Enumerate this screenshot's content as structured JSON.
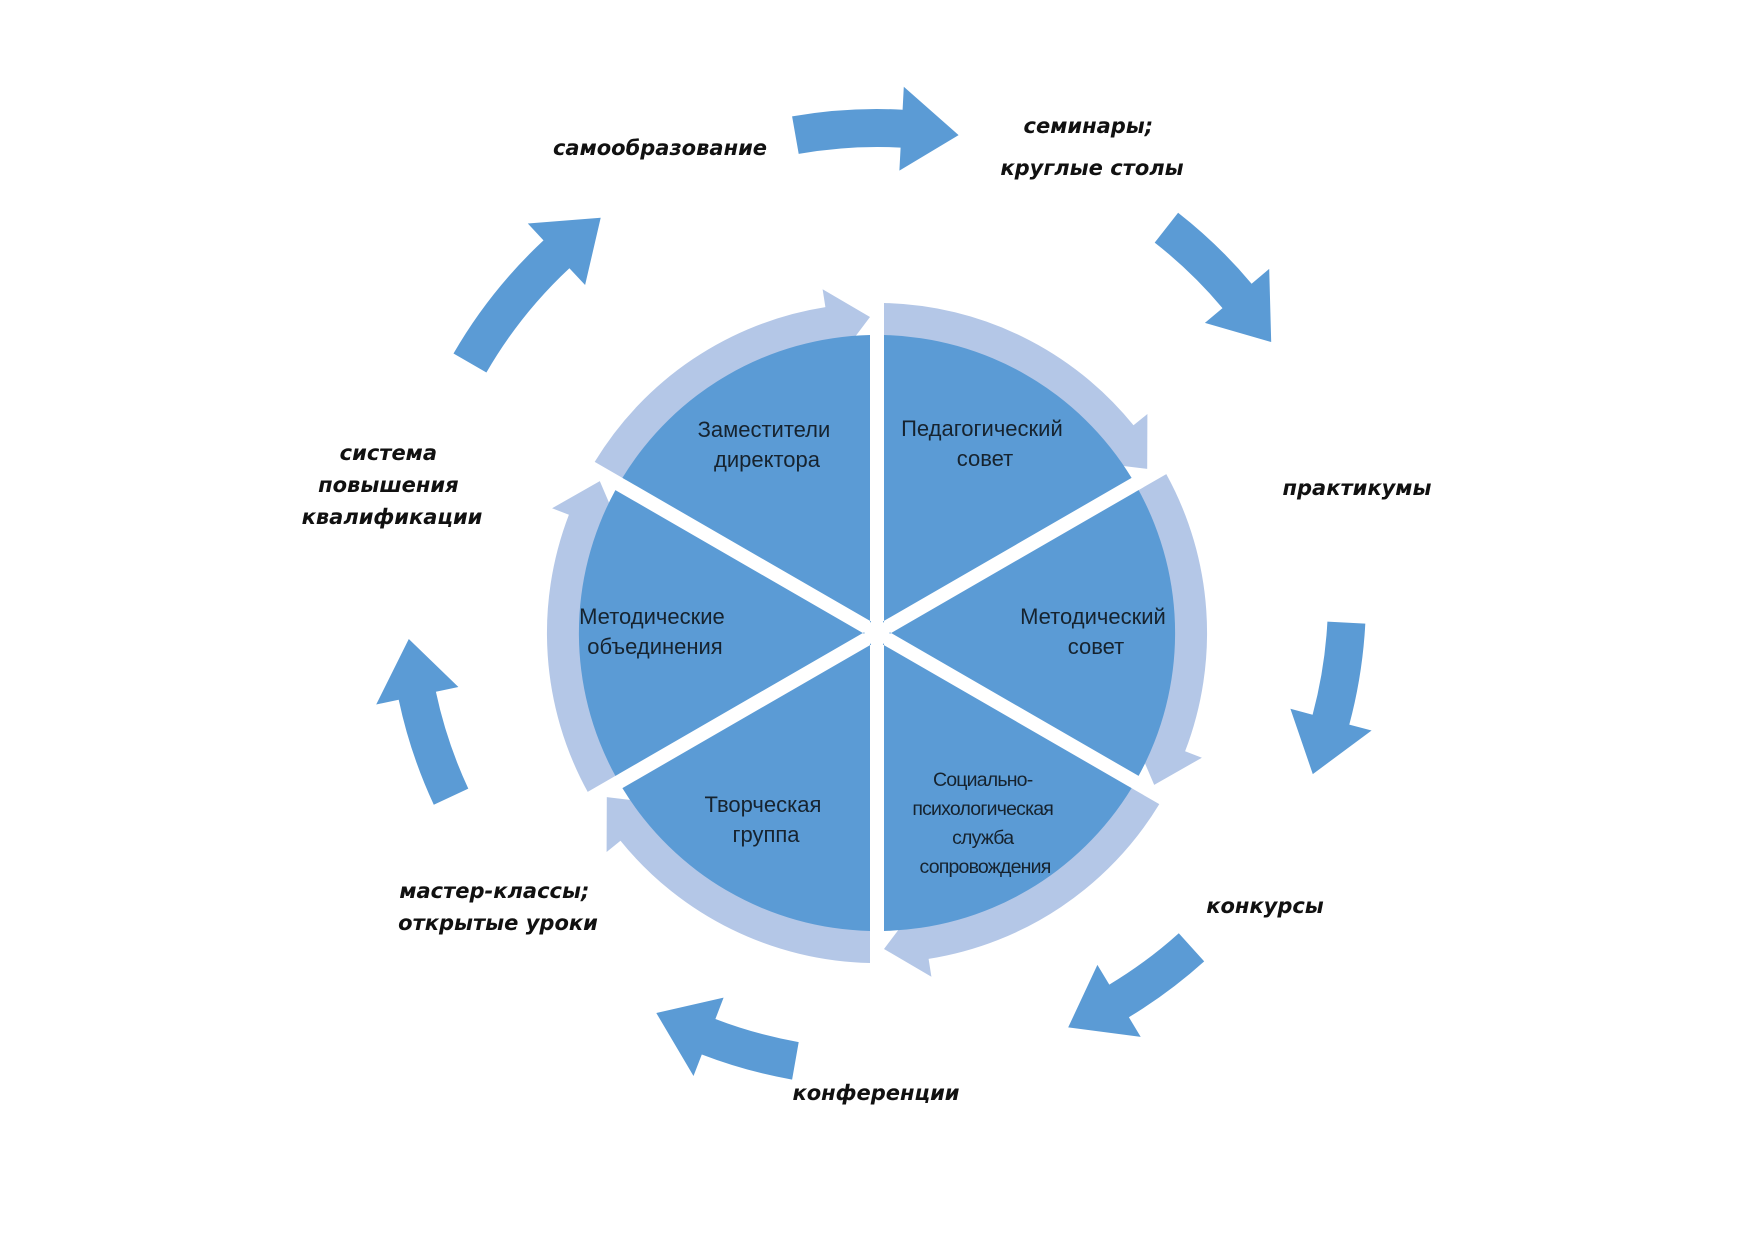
{
  "segments": [
    {
      "id": "zam",
      "lines": [
        "Заместители",
        "директора"
      ]
    },
    {
      "id": "ped",
      "lines": [
        "Педагогический",
        "совет"
      ]
    },
    {
      "id": "met_sovet",
      "lines": [
        "Методический",
        "совет"
      ]
    },
    {
      "id": "soc",
      "lines": [
        "Социально-",
        "психологическая",
        "служба",
        "сопровождения"
      ]
    },
    {
      "id": "tvor",
      "lines": [
        "Творческая",
        "группа"
      ]
    },
    {
      "id": "met_ob",
      "lines": [
        "Методические",
        "объединения"
      ]
    }
  ],
  "cycle_items": [
    {
      "id": "samoobr",
      "lines": [
        "самообразование"
      ]
    },
    {
      "id": "seminary",
      "lines": [
        "семинары;",
        "круглые столы"
      ]
    },
    {
      "id": "praktikumy",
      "lines": [
        "практикумы"
      ]
    },
    {
      "id": "konkursy",
      "lines": [
        "конкурсы"
      ]
    },
    {
      "id": "konferencii",
      "lines": [
        "конференции"
      ]
    },
    {
      "id": "master",
      "lines": [
        "мастер-классы;",
        "открытые уроки"
      ]
    },
    {
      "id": "sistema",
      "lines": [
        "система",
        "повышения",
        "квалификации"
      ]
    }
  ],
  "colors": {
    "segment_fill": "#5b9bd5",
    "segment_ring": "#b4c7e7",
    "outer_arrow": "#5b9bd5",
    "background": "#ffffff"
  }
}
